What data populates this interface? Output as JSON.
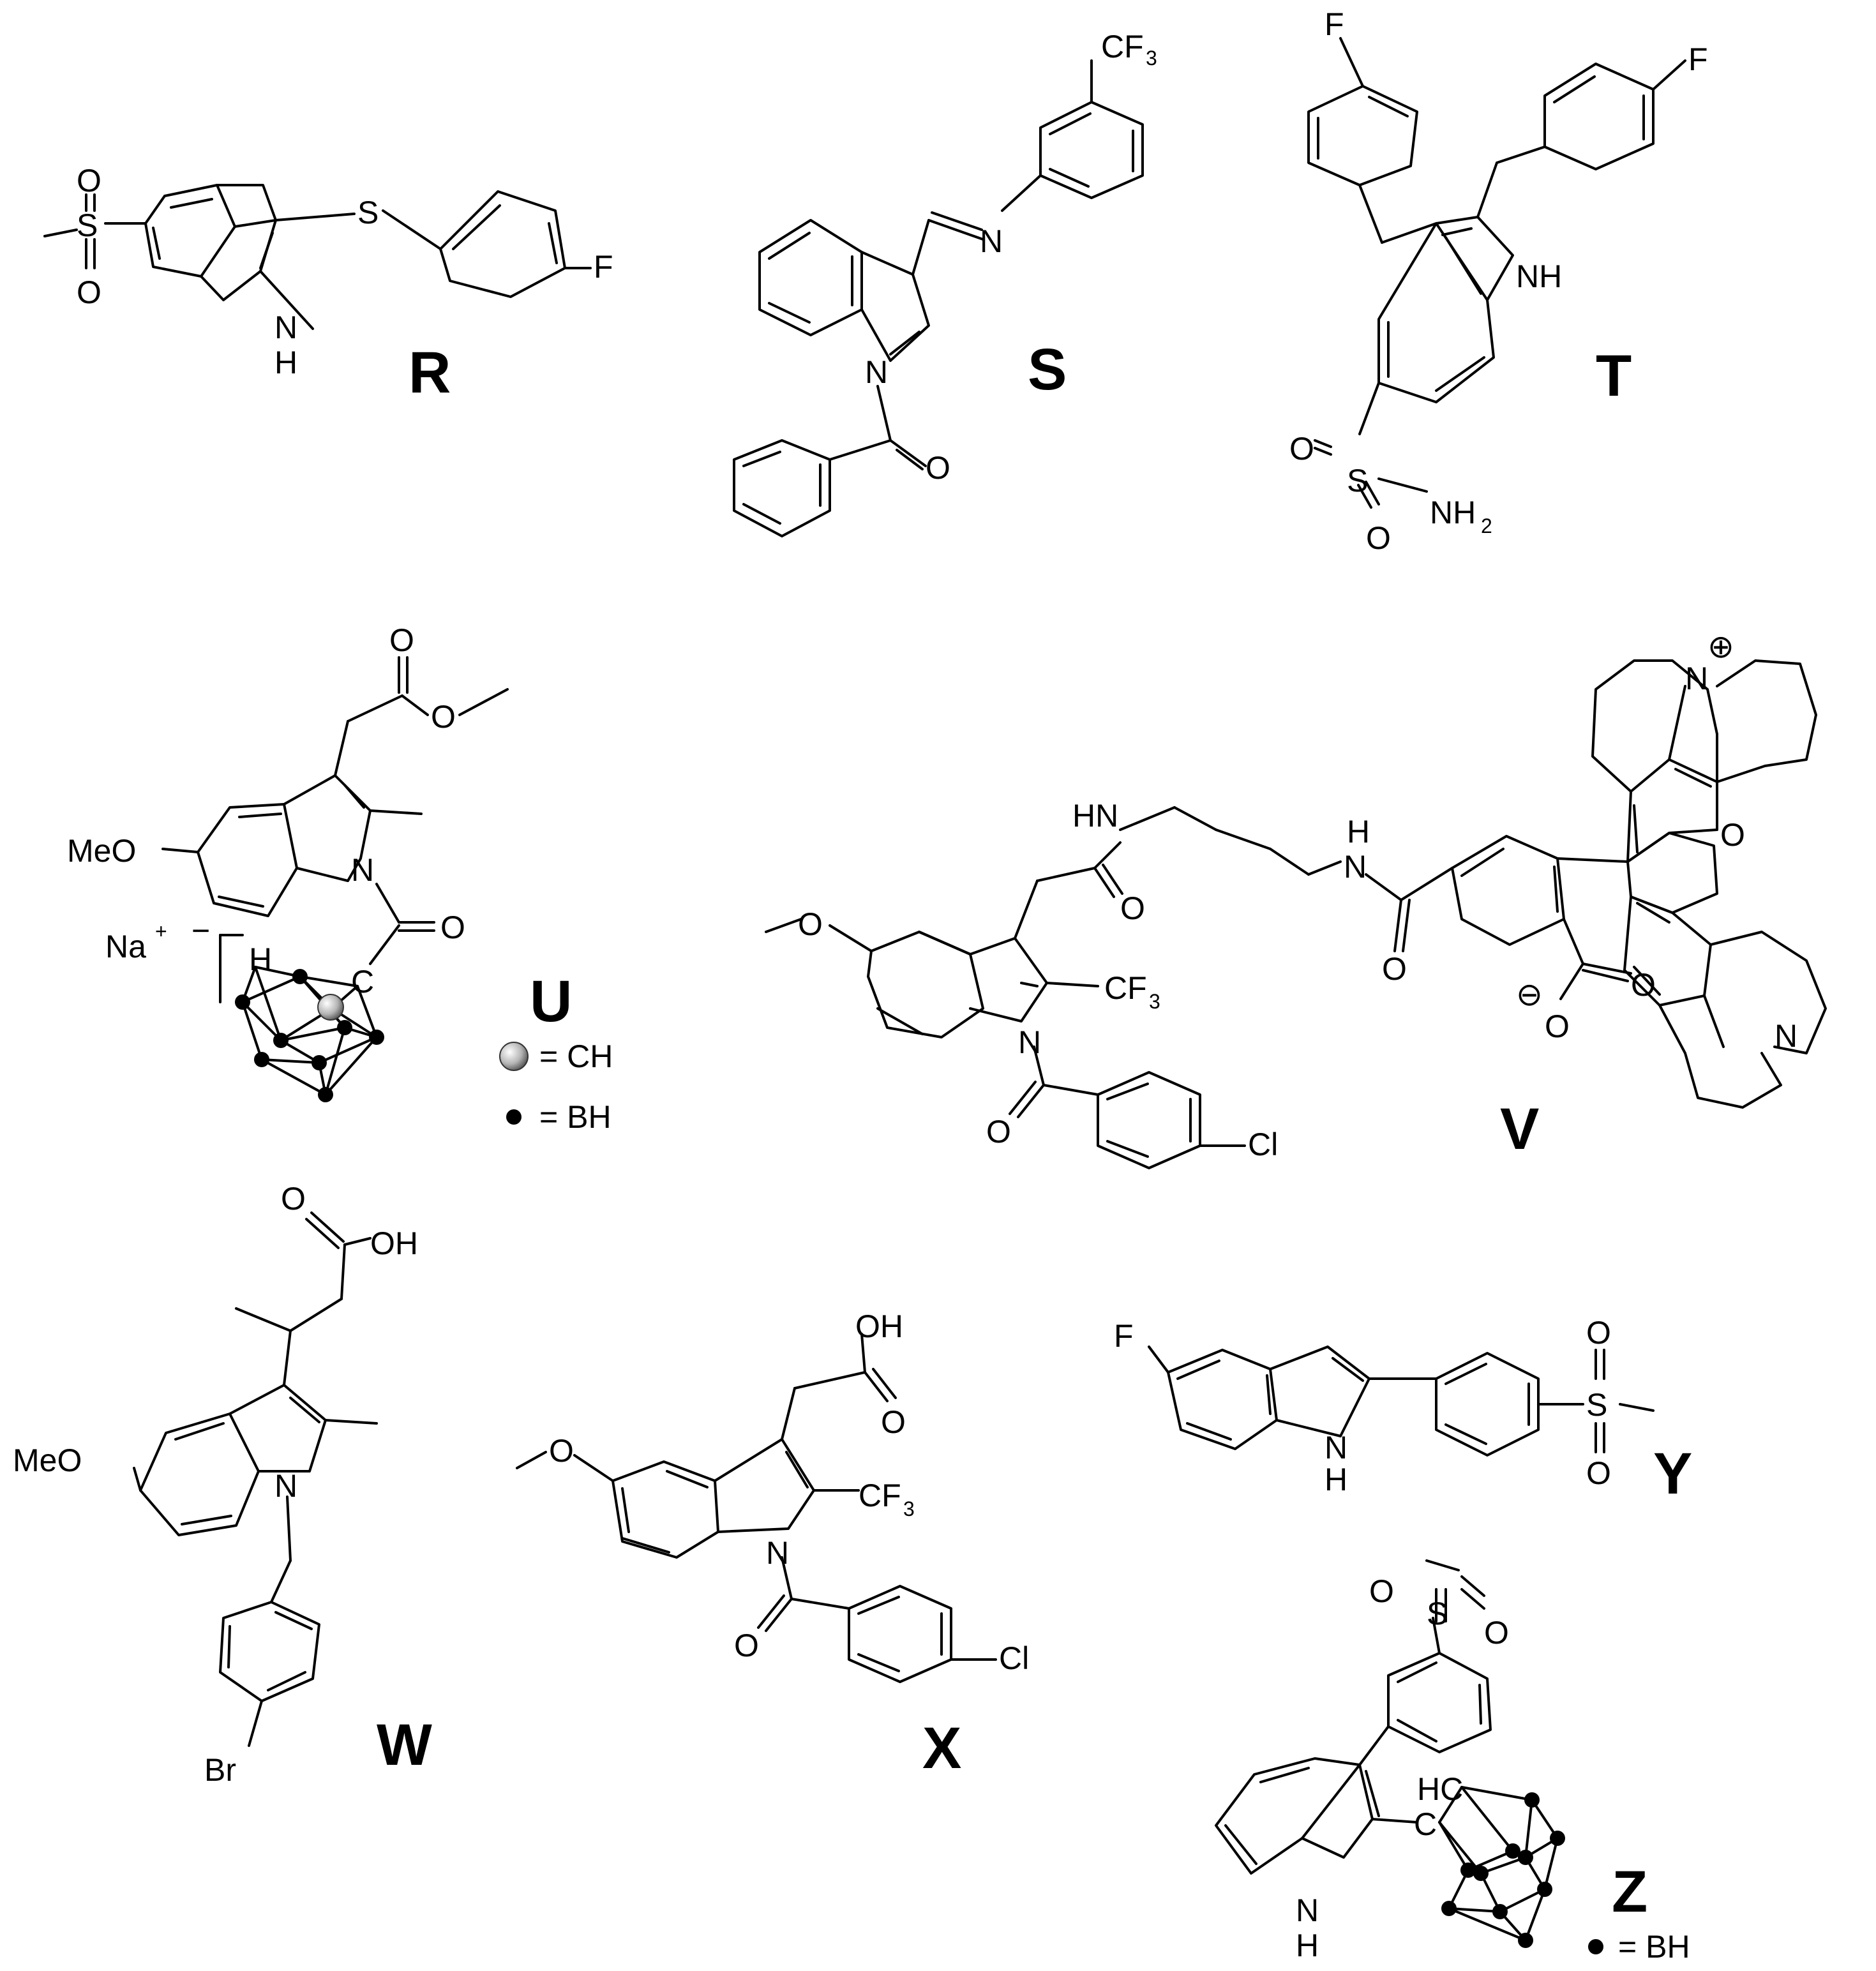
{
  "compounds": [
    {
      "id": "R",
      "label": "R",
      "atoms": [
        "O",
        "S",
        "O",
        "S",
        "F",
        "N",
        "H"
      ]
    },
    {
      "id": "S",
      "label": "S",
      "atoms": [
        "CF",
        "3",
        "N",
        "N",
        "O"
      ]
    },
    {
      "id": "T",
      "label": "T",
      "atoms": [
        "F",
        "F",
        "NH",
        "O",
        "S",
        "NH",
        "2",
        "O"
      ]
    },
    {
      "id": "U",
      "label": "U",
      "atoms": [
        "O",
        "O",
        "MeO",
        "N",
        "O",
        "Na",
        "+",
        "−",
        "H",
        "C"
      ]
    },
    {
      "id": "V",
      "label": "V",
      "atoms": [
        "N",
        "⊕",
        "HN",
        "H",
        "N",
        "O",
        "O",
        "O",
        "CF",
        "3",
        "N",
        "O",
        "Cl",
        "O",
        "O",
        "⊖",
        "O",
        "N"
      ]
    },
    {
      "id": "W",
      "label": "W",
      "atoms": [
        "O",
        "OH",
        "MeO",
        "N",
        "Br"
      ]
    },
    {
      "id": "X",
      "label": "X",
      "atoms": [
        "OH",
        "O",
        "O",
        "CF",
        "3",
        "N",
        "O",
        "Cl"
      ]
    },
    {
      "id": "Y",
      "label": "Y",
      "atoms": [
        "F",
        "N",
        "H",
        "O",
        "S",
        "O"
      ]
    },
    {
      "id": "Z",
      "label": "Z",
      "atoms": [
        "O",
        "S",
        "O",
        "HC",
        "C",
        "N",
        "H"
      ]
    }
  ],
  "legend": {
    "ch": "= CH",
    "bh_u": "= BH",
    "bh_z": "= BH"
  }
}
